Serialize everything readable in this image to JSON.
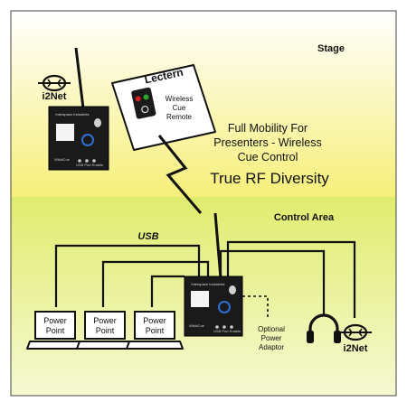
{
  "zones": {
    "stage_label": "Stage",
    "control_label": "Control Area"
  },
  "lectern": {
    "title": "Lectern",
    "remote_lines": [
      "Wireless",
      "Cue",
      "Remote"
    ]
  },
  "headline": {
    "lines": [
      "Full Mobility For",
      "Presenters - Wireless",
      "Cue Control"
    ],
    "rf_diversity": "True RF Diversity"
  },
  "usb_label": "USB",
  "receiver_top": {
    "brand": "Interspace Industries",
    "model": "WikkiCue",
    "port_label": "USB Port Enable"
  },
  "receiver_main": {
    "brand": "Interspace Industries",
    "model": "WikkiCue",
    "port_label": "USB Port Enable"
  },
  "i2net": {
    "top_label": "i2Net",
    "bottom_label": "i2Net"
  },
  "laptops": [
    {
      "line1": "Power",
      "line2": "Point"
    },
    {
      "line1": "Power",
      "line2": "Point"
    },
    {
      "line1": "Power",
      "line2": "Point"
    }
  ],
  "power_adaptor": [
    "Optional",
    "Power",
    "Adaptor"
  ],
  "colors": {
    "stage_top": "#ffffff",
    "stage_bottom": "#f6ef7a",
    "control_top": "#e6f07a",
    "control_bottom": "#f4f8c8",
    "device_body": "#1a1a1a",
    "led_red": "#d62020",
    "led_green": "#2aa52a",
    "led_blue": "#2e6fd6"
  },
  "icons": [
    "i2net-logo-icon",
    "headphones-icon",
    "laptop-icon",
    "lightning-bolt-icon"
  ]
}
